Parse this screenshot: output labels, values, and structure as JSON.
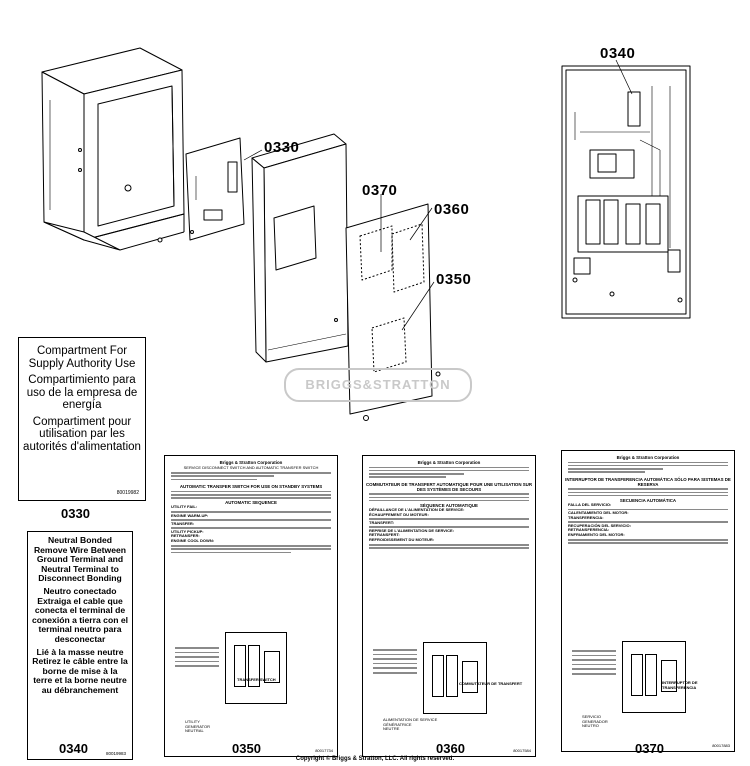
{
  "callouts": {
    "c0330": "0330",
    "c0340": "0340",
    "c0370": "0370",
    "c0360": "0360",
    "c0350": "0350"
  },
  "watermark": "BRIGGS&STRATTON",
  "label_0330": {
    "en": "Compartment For Supply Authority Use",
    "es": "Compartimiento para uso de la empresa de energía",
    "fr": "Compartiment pour utilisation par les autorités d'alimentation",
    "part_no": "80019982"
  },
  "label_0340": {
    "en": "Neutral Bonded Remove Wire Between Ground Terminal and Neutral Terminal to Disconnect Bonding",
    "es": "Neutro conectado Extraiga el cable que conecta el terminal de conexión a tierra con el terminal neutro para desconectar",
    "fr": "Lié à la masse neutre Retirez le câble entre la borne de mise à la terre et la borne neutre au débranchement",
    "part_no": "80019983"
  },
  "bottom_labels": [
    "0330",
    "0340",
    "0350",
    "0360",
    "0370"
  ],
  "decal_0350": {
    "company": "Briggs & Stratton Corporation",
    "sub": "SERVICE DISCONNECT SWITCH AND AUTOMATIC TRANSFER SWITCH",
    "heading": "AUTOMATIC TRANSFER SWITCH FOR USE ON STANDBY SYSTEMS",
    "seq": "AUTOMATIC SEQUENCE",
    "terms": [
      "UTILITY FAIL:",
      "ENGINE WARM-UP:",
      "TRANSFER:",
      "UTILITY PICKUP:",
      "RETRANSFER:",
      "ENGINE COOL DOWN:"
    ],
    "switch_label": "TRANSFER SWITCH",
    "table_head": [
      "UTILITY",
      "GENERATOR",
      "NEUTRAL"
    ],
    "footer_no": "80017734"
  },
  "decal_0360": {
    "company": "Briggs & Stratton Corporation",
    "heading": "COMMUTATEUR DE TRANSFERT AUTOMATIQUE POUR UNE UTILISATION SUR DES SYSTÈMES DE SECOURS",
    "seq": "SÉQUENCE AUTOMATIQUE",
    "terms": [
      "DÉFAILLANCE DE L'ALIMENTATION DE SERVICE:",
      "ÉCHAUFFEMENT DU MOTEUR:",
      "TRANSFERT:",
      "REPRISE DE L'ALIMENTATION DE SERVICE:",
      "RETRANSFERT:",
      "REFROIDISSEMENT DU MOTEUR:"
    ],
    "switch_label": "COMMUTATEUR DE TRANSFERT",
    "table_head": [
      "ALIMENTATION DE SERVICE",
      "GÉNÉRATRICE",
      "NEUTRE"
    ],
    "footer_no": "80017584"
  },
  "decal_0370": {
    "company": "Briggs & Stratton Corporation",
    "heading": "INTERRUPTOR DE TRANSFERENCIA AUTOMÁTICA SÓLO PARA SISTEMAS DE RESERVA",
    "seq": "SECUENCIA AUTOMÁTICA",
    "terms": [
      "FALLA DEL SERVICIO:",
      "CALENTAMIENTO DEL MOTOR:",
      "TRANSFERENCIA:",
      "RECUPERACIÓN DEL SERVICIO:",
      "RETRANSFERENCIA:",
      "ENFRIAMIENTO DEL MOTOR:"
    ],
    "switch_label": "INTERRUPTOR DE TRANSFERENCIA",
    "table_head": [
      "SERVICIO",
      "GENERADOR",
      "NEUTRO"
    ],
    "footer_no": "80017883"
  },
  "copyright": "Copyright © Briggs & Stratton, LLC. All rights reserved."
}
